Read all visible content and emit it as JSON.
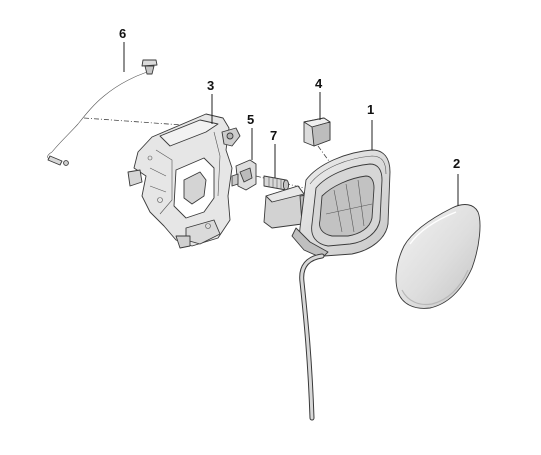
{
  "colors": {
    "part_fill": "#e8e8e8",
    "part_shade": "#cfcfcf",
    "part_dark": "#9a9a9a",
    "outline": "#3a3a3a",
    "flap_light": "#f1f1f1",
    "flap_dark": "#c9c9c9"
  },
  "callouts": [
    {
      "id": "1",
      "label": "1"
    },
    {
      "id": "2",
      "label": "2"
    },
    {
      "id": "3",
      "label": "3"
    },
    {
      "id": "4",
      "label": "4"
    },
    {
      "id": "5",
      "label": "5"
    },
    {
      "id": "6",
      "label": "6"
    },
    {
      "id": "7",
      "label": "7"
    }
  ]
}
